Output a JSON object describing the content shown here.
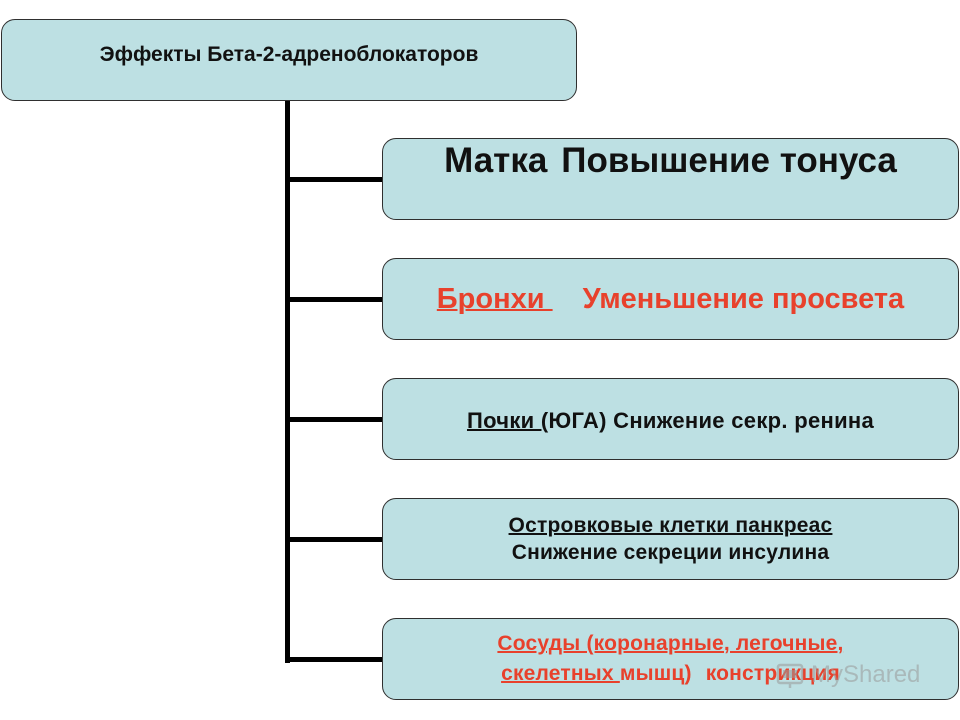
{
  "diagram": {
    "root": "Эффекты Бета-2-адреноблокаторов",
    "items": [
      {
        "organ": "Матка",
        "effect": "Повышение тонуса"
      },
      {
        "organ": "Бронхи ",
        "effect": "Уменьшение просвета"
      },
      {
        "organ": "Почки (",
        "organ_rest": "ЮГА)",
        "effect": "Снижение секр. ренина"
      },
      {
        "line1": "Островковые клетки панкреас",
        "line2": "Снижение секреции инсулина"
      },
      {
        "line1": "Сосуды (коронарные, легочные, ",
        "line2_underlined": "скелетных ",
        "line2_rest": "мышц)",
        "line2_effect": "констрикция"
      }
    ]
  },
  "colors": {
    "box_fill": "#bde0e3",
    "accent_red": "#e8412c",
    "connector": "#000000"
  },
  "watermark": {
    "text": "MyShared"
  }
}
